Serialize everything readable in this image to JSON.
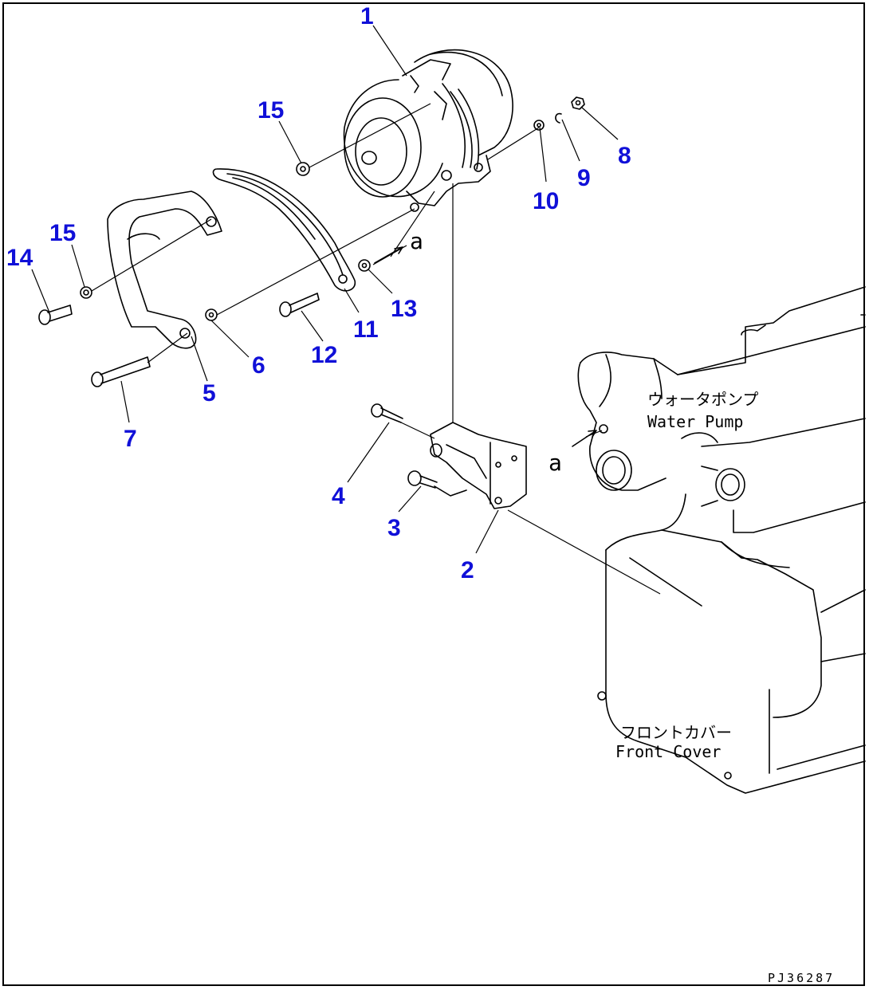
{
  "callouts": {
    "c1": "1",
    "c2": "2",
    "c3": "3",
    "c4": "4",
    "c5": "5",
    "c6": "6",
    "c7": "7",
    "c8": "8",
    "c9": "9",
    "c10": "10",
    "c11": "11",
    "c12": "12",
    "c13": "13",
    "c14": "14",
    "c15a": "15",
    "c15b": "15"
  },
  "labels": {
    "water_pump_jp": "ウォータポンプ",
    "water_pump_en": "Water Pump",
    "front_cover_jp": "フロントカバー",
    "front_cover_en": "Front Cover",
    "ref_a1": "a",
    "ref_a2": "a",
    "drawing_code": "PJ36287"
  },
  "colors": {
    "callout": "#1010d8",
    "line": "#000000"
  }
}
